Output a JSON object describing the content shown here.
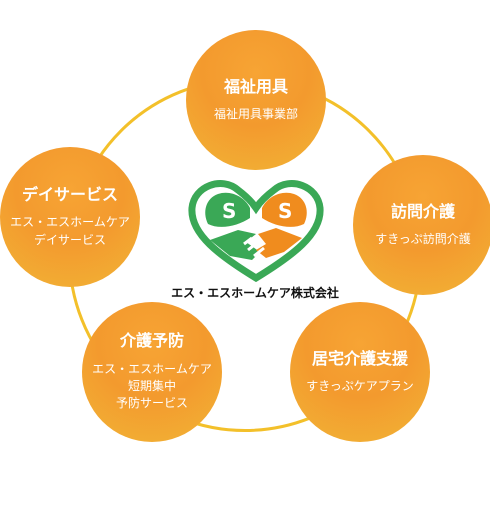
{
  "colors": {
    "ring": "#f3c02a",
    "node_fill": "#f39a2e",
    "node_text": "#ffffff",
    "logo_green": "#3aa856",
    "logo_orange": "#f08c1e"
  },
  "logo": {
    "letter_left": "S",
    "letter_right": "S",
    "company_name": "エス・エスホームケア株式会社"
  },
  "nodes": {
    "welfare": {
      "title": "福祉用具",
      "lines": [
        "福祉用具事業部"
      ]
    },
    "visit": {
      "title": "訪問介護",
      "lines": [
        "すきっぷ訪問介護"
      ]
    },
    "care": {
      "title": "居宅介護支援",
      "lines": [
        "すきっぷケアプラン"
      ]
    },
    "prevention": {
      "title": "介護予防",
      "lines": [
        "エス・エスホームケア",
        "短期集中",
        "予防サービス"
      ]
    },
    "day": {
      "title": "デイサービス",
      "lines": [
        "エス・エスホームケア",
        "デイサービス"
      ]
    }
  }
}
